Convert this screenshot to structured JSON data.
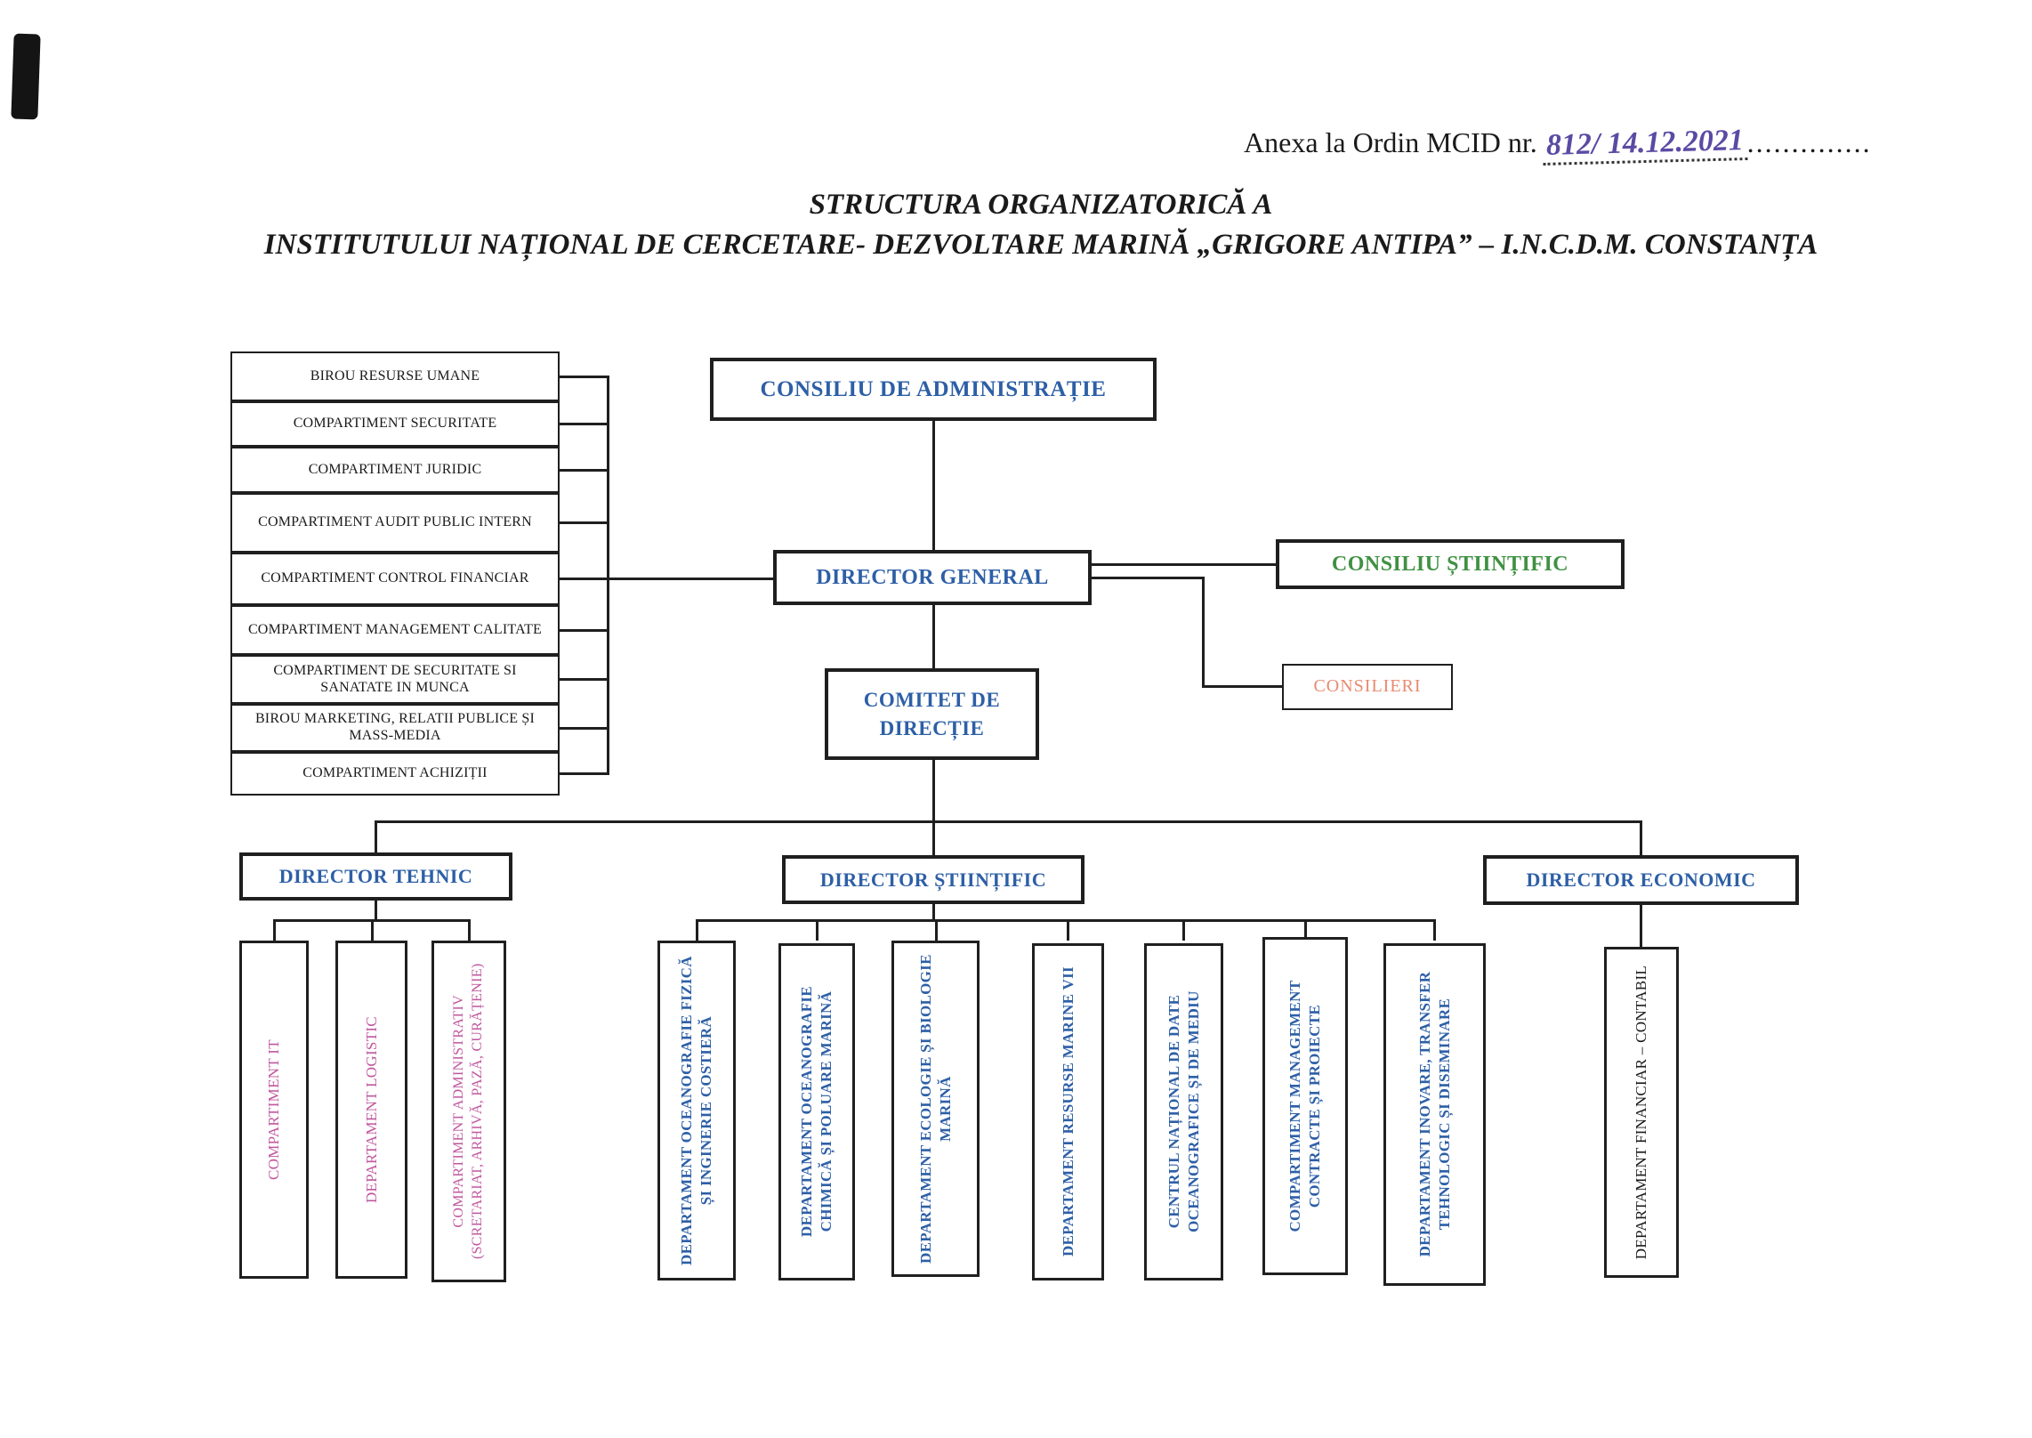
{
  "colors": {
    "line": "#1f1f1f",
    "box-border": "#1f1f1f",
    "black": "#1a1a1a",
    "blue": "#2d5fa6",
    "green": "#3f9142",
    "orange": "#e88a70",
    "pink": "#c0579e",
    "purple": "#5b4aa4"
  },
  "header": {
    "annex_label": "Anexa la Ordin MCID nr.",
    "annex_number": "812/ 14.12.2021",
    "annex_dots": "..............",
    "title_line1": "STRUCTURA ORGANIZATORICĂ A",
    "title_line2": "INSTITUTULUI NAȚIONAL DE CERCETARE- DEZVOLTARE MARINĂ „GRIGORE ANTIPA” – I.N.C.D.M. CONSTANȚA"
  },
  "org": {
    "consiliu_administratie": "CONSILIU DE ADMINISTRAȚIE",
    "director_general": "DIRECTOR GENERAL",
    "consiliu_stiintific": "CONSILIU ȘTIINȚIFIC",
    "consilieri": "CONSILIERI",
    "comitet_directie": "COMITET DE DIRECȚIE",
    "director_tehnic": "DIRECTOR TEHNIC",
    "director_stiintific": "DIRECTOR ȘTIINȚIFIC",
    "director_economic": "DIRECTOR ECONOMIC"
  },
  "staff_units": [
    "BIROU RESURSE UMANE",
    "COMPARTIMENT SECURITATE",
    "COMPARTIMENT JURIDIC",
    "COMPARTIMENT AUDIT PUBLIC INTERN",
    "COMPARTIMENT CONTROL FINANCIAR",
    "COMPARTIMENT MANAGEMENT CALITATE",
    "COMPARTIMENT DE SECURITATE SI SANATATE IN MUNCA",
    "BIROU MARKETING, RELATII PUBLICE ȘI MASS-MEDIA",
    "COMPARTIMENT ACHIZIȚII"
  ],
  "tehnic_units": [
    "COMPARTIMENT IT",
    "DEPARTAMENT LOGISTIC",
    "COMPARTIMENT ADMINISTRATIV (SCRETARIAT, ARHIVĂ, PAZĂ, CURĂȚENIE)"
  ],
  "stiintific_units": [
    "DEPARTAMENT OCEANOGRAFIE FIZICĂ ȘI INGINERIE COSTIERĂ",
    "DEPARTAMENT OCEANOGRAFIE CHIMICĂ ȘI POLUARE MARINĂ",
    "DEPARTAMENT ECOLOGIE ȘI BIOLOGIE MARINĂ",
    "DEPARTAMENT RESURSE MARINE VII",
    "CENTRUL NAȚIONAL DE DATE OCEANOGRAFICE ȘI DE MEDIU",
    "COMPARTIMENT MANAGEMENT CONTRACTE ȘI PROIECTE",
    "DEPARTAMENT INOVARE, TRANSFER TEHNOLOGIC ȘI DISEMINARE"
  ],
  "economic_units": [
    "DEPARTAMENT FINANCIAR – CONTABIL"
  ]
}
